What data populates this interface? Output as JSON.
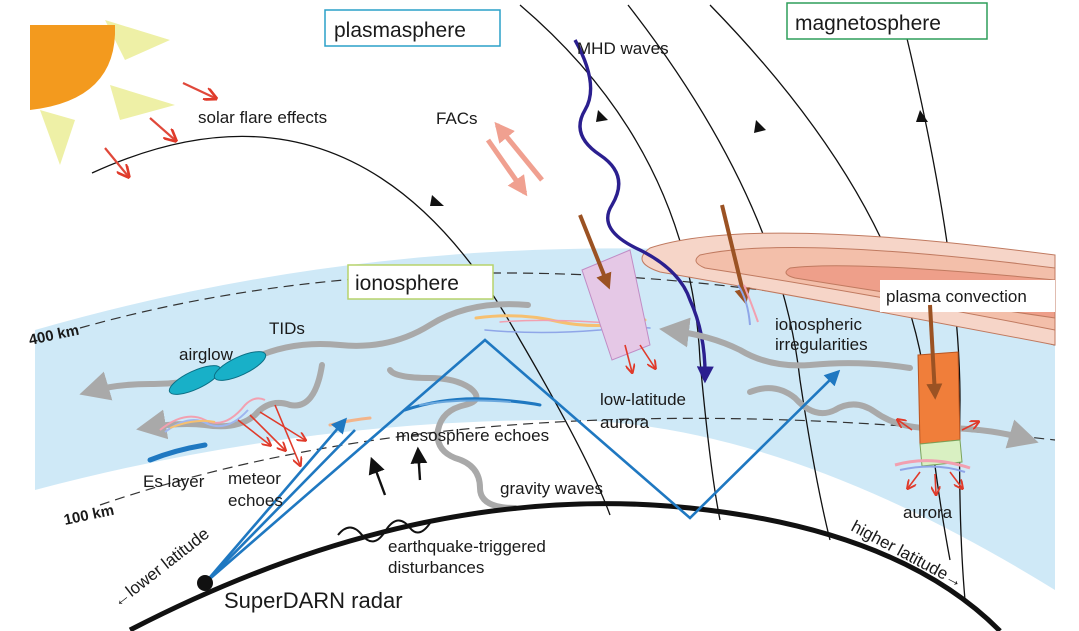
{
  "labels": {
    "plasmasphere": "plasmasphere",
    "magnetosphere": "magnetosphere",
    "ionosphere": "ionosphere",
    "mhd_waves": "MHD waves",
    "solar_flare_effects": "solar flare effects",
    "facs": "FACs",
    "plasma_convection": "plasma convection",
    "tids": "TIDs",
    "airglow": "airglow",
    "ionospheric_irregularities_1": "ionospheric",
    "ionospheric_irregularities_2": "irregularities",
    "low_latitude_aurora_1": "low-latitude",
    "low_latitude_aurora_2": "aurora",
    "mesosphere_echoes": "mesosphere echoes",
    "es_layer": "Es layer",
    "meteor_echoes_1": "meteor",
    "meteor_echoes_2": "echoes",
    "gravity_waves": "gravity waves",
    "earthquake_1": "earthquake-triggered",
    "earthquake_2": "disturbances",
    "aurora": "aurora",
    "superdarn_radar": "SuperDARN radar",
    "lower_latitude": "←lower latitude",
    "higher_latitude": "higher latitude→",
    "alt_400": "400 km",
    "alt_100": "100 km"
  },
  "colors": {
    "ionosphere_band": "#cfe9f7",
    "sun": "#f39a1e",
    "sun_rays": "#eef0a6",
    "radar_beam": "#1f78c1",
    "mhd_wave": "#2b1f8f",
    "gray_wave": "#a9a9a9",
    "plasmasphere_box": "#2aa0c8",
    "magnetosphere_box": "#2e9e5a",
    "ionosphere_box": "#b7d36b",
    "aurora_column": "#f07e3a",
    "plasma_tongue": "#f6c9b8",
    "red_arrow": "#e03a2a",
    "brown_arrow": "#9b5223",
    "fac_arrow": "#f0a090"
  },
  "icons": {
    "sun": "sun-icon",
    "radar": "radar-dot-icon"
  }
}
